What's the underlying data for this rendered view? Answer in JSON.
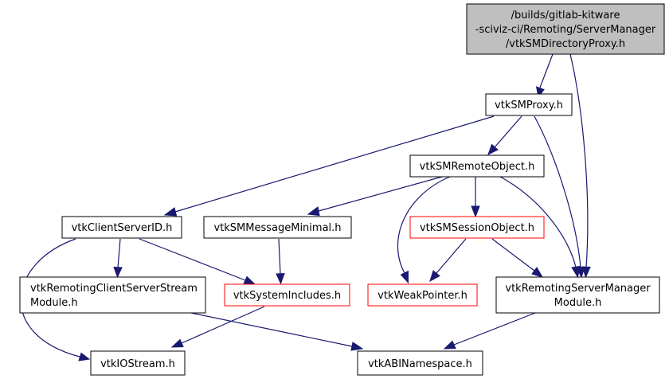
{
  "colors": {
    "edge": "#191970",
    "root_fill": "#bfbfbf",
    "normal_border": "#000000",
    "missing_border": "#ff0000"
  },
  "nodes": {
    "root": {
      "lines": [
        "/builds/gitlab-kitware",
        "-sciviz-ci/Remoting/ServerManager",
        "/vtkSMDirectoryProxy.h"
      ],
      "style": "root"
    },
    "smproxy": {
      "lines": [
        "vtkSMProxy.h"
      ],
      "style": "normal"
    },
    "smremoteobject": {
      "lines": [
        "vtkSMRemoteObject.h"
      ],
      "style": "normal"
    },
    "clientserverid": {
      "lines": [
        "vtkClientServerID.h"
      ],
      "style": "normal"
    },
    "smmessageminimal": {
      "lines": [
        "vtkSMMessageMinimal.h"
      ],
      "style": "normal"
    },
    "smsessionobject": {
      "lines": [
        "vtkSMSessionObject.h"
      ],
      "style": "missing"
    },
    "remotingclientserverstream": {
      "lines": [
        "vtkRemotingClientServerStream",
        "Module.h"
      ],
      "style": "normal"
    },
    "systemincludes": {
      "lines": [
        "vtkSystemIncludes.h"
      ],
      "style": "missing"
    },
    "weakpointer": {
      "lines": [
        "vtkWeakPointer.h"
      ],
      "style": "missing"
    },
    "remotingservermanager": {
      "lines": [
        "vtkRemotingServerManager",
        "Module.h"
      ],
      "style": "normal"
    },
    "iostream": {
      "lines": [
        "vtkIOStream.h"
      ],
      "style": "normal"
    },
    "abinamespace": {
      "lines": [
        "vtkABINamespace.h"
      ],
      "style": "normal"
    }
  }
}
